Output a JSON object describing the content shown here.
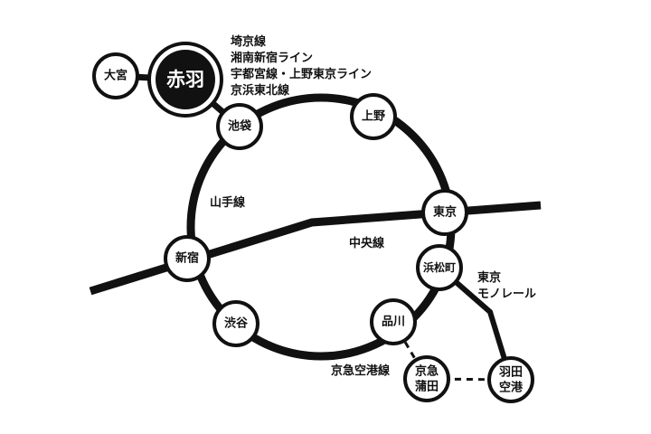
{
  "colors": {
    "line": "#111111",
    "background": "#ffffff",
    "hub_fill": "#111111",
    "hub_text": "#ffffff"
  },
  "hub": {
    "name": "赤羽"
  },
  "stations": {
    "omiya": "大宮",
    "ikebukuro": "池袋",
    "ueno": "上野",
    "tokyo": "東京",
    "shinjuku": "新宿",
    "hamamatsucho": "浜松町",
    "shibuya": "渋谷",
    "shinagawa": "品川",
    "keikyu_kamata": [
      "京急",
      "蒲田"
    ],
    "haneda_airport": [
      "羽田",
      "空港"
    ]
  },
  "line_labels": {
    "akabane_lines": [
      "埼京線",
      "湘南新宿ライン",
      "宇都宮線・上野東京ライン",
      "京浜東北線"
    ],
    "yamanote": "山手線",
    "chuo": "中央線",
    "monorail": [
      "東京",
      "モノレール"
    ],
    "keikyu_airport": "京急空港線"
  }
}
